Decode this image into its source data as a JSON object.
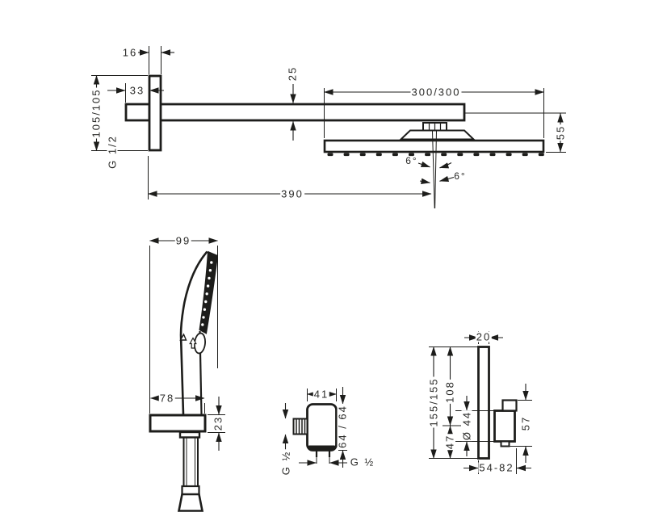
{
  "page": {
    "background": "#ffffff",
    "line_color": "#1d1d1b",
    "title": "shower-system-dimension-drawing"
  },
  "overhead_shower": {
    "dims": {
      "plate_width": "16",
      "arm_offset": "33",
      "plate_height": "105/105",
      "thread": "G 1/2",
      "arm_thickness": "25",
      "head_size": "300/300",
      "head_drop": "55",
      "arm_reach": "390",
      "spray_angle_left": "6°",
      "spray_angle_right": "6°"
    }
  },
  "hand_shower": {
    "dims": {
      "width": "99",
      "holder_width": "78",
      "holder_height": "23"
    }
  },
  "wall_outlet": {
    "dims": {
      "width": "41",
      "height": "64 / 64",
      "thread_side": "G ½",
      "thread_bottom": "G ½"
    }
  },
  "thermostat": {
    "dims": {
      "depth": "20",
      "plate_size": "155/155",
      "top_to_knob": "108",
      "knob_diameter": "Ø 44",
      "knob_to_bottom": "47",
      "knob_height": "57",
      "install_depth": "54-82"
    }
  }
}
